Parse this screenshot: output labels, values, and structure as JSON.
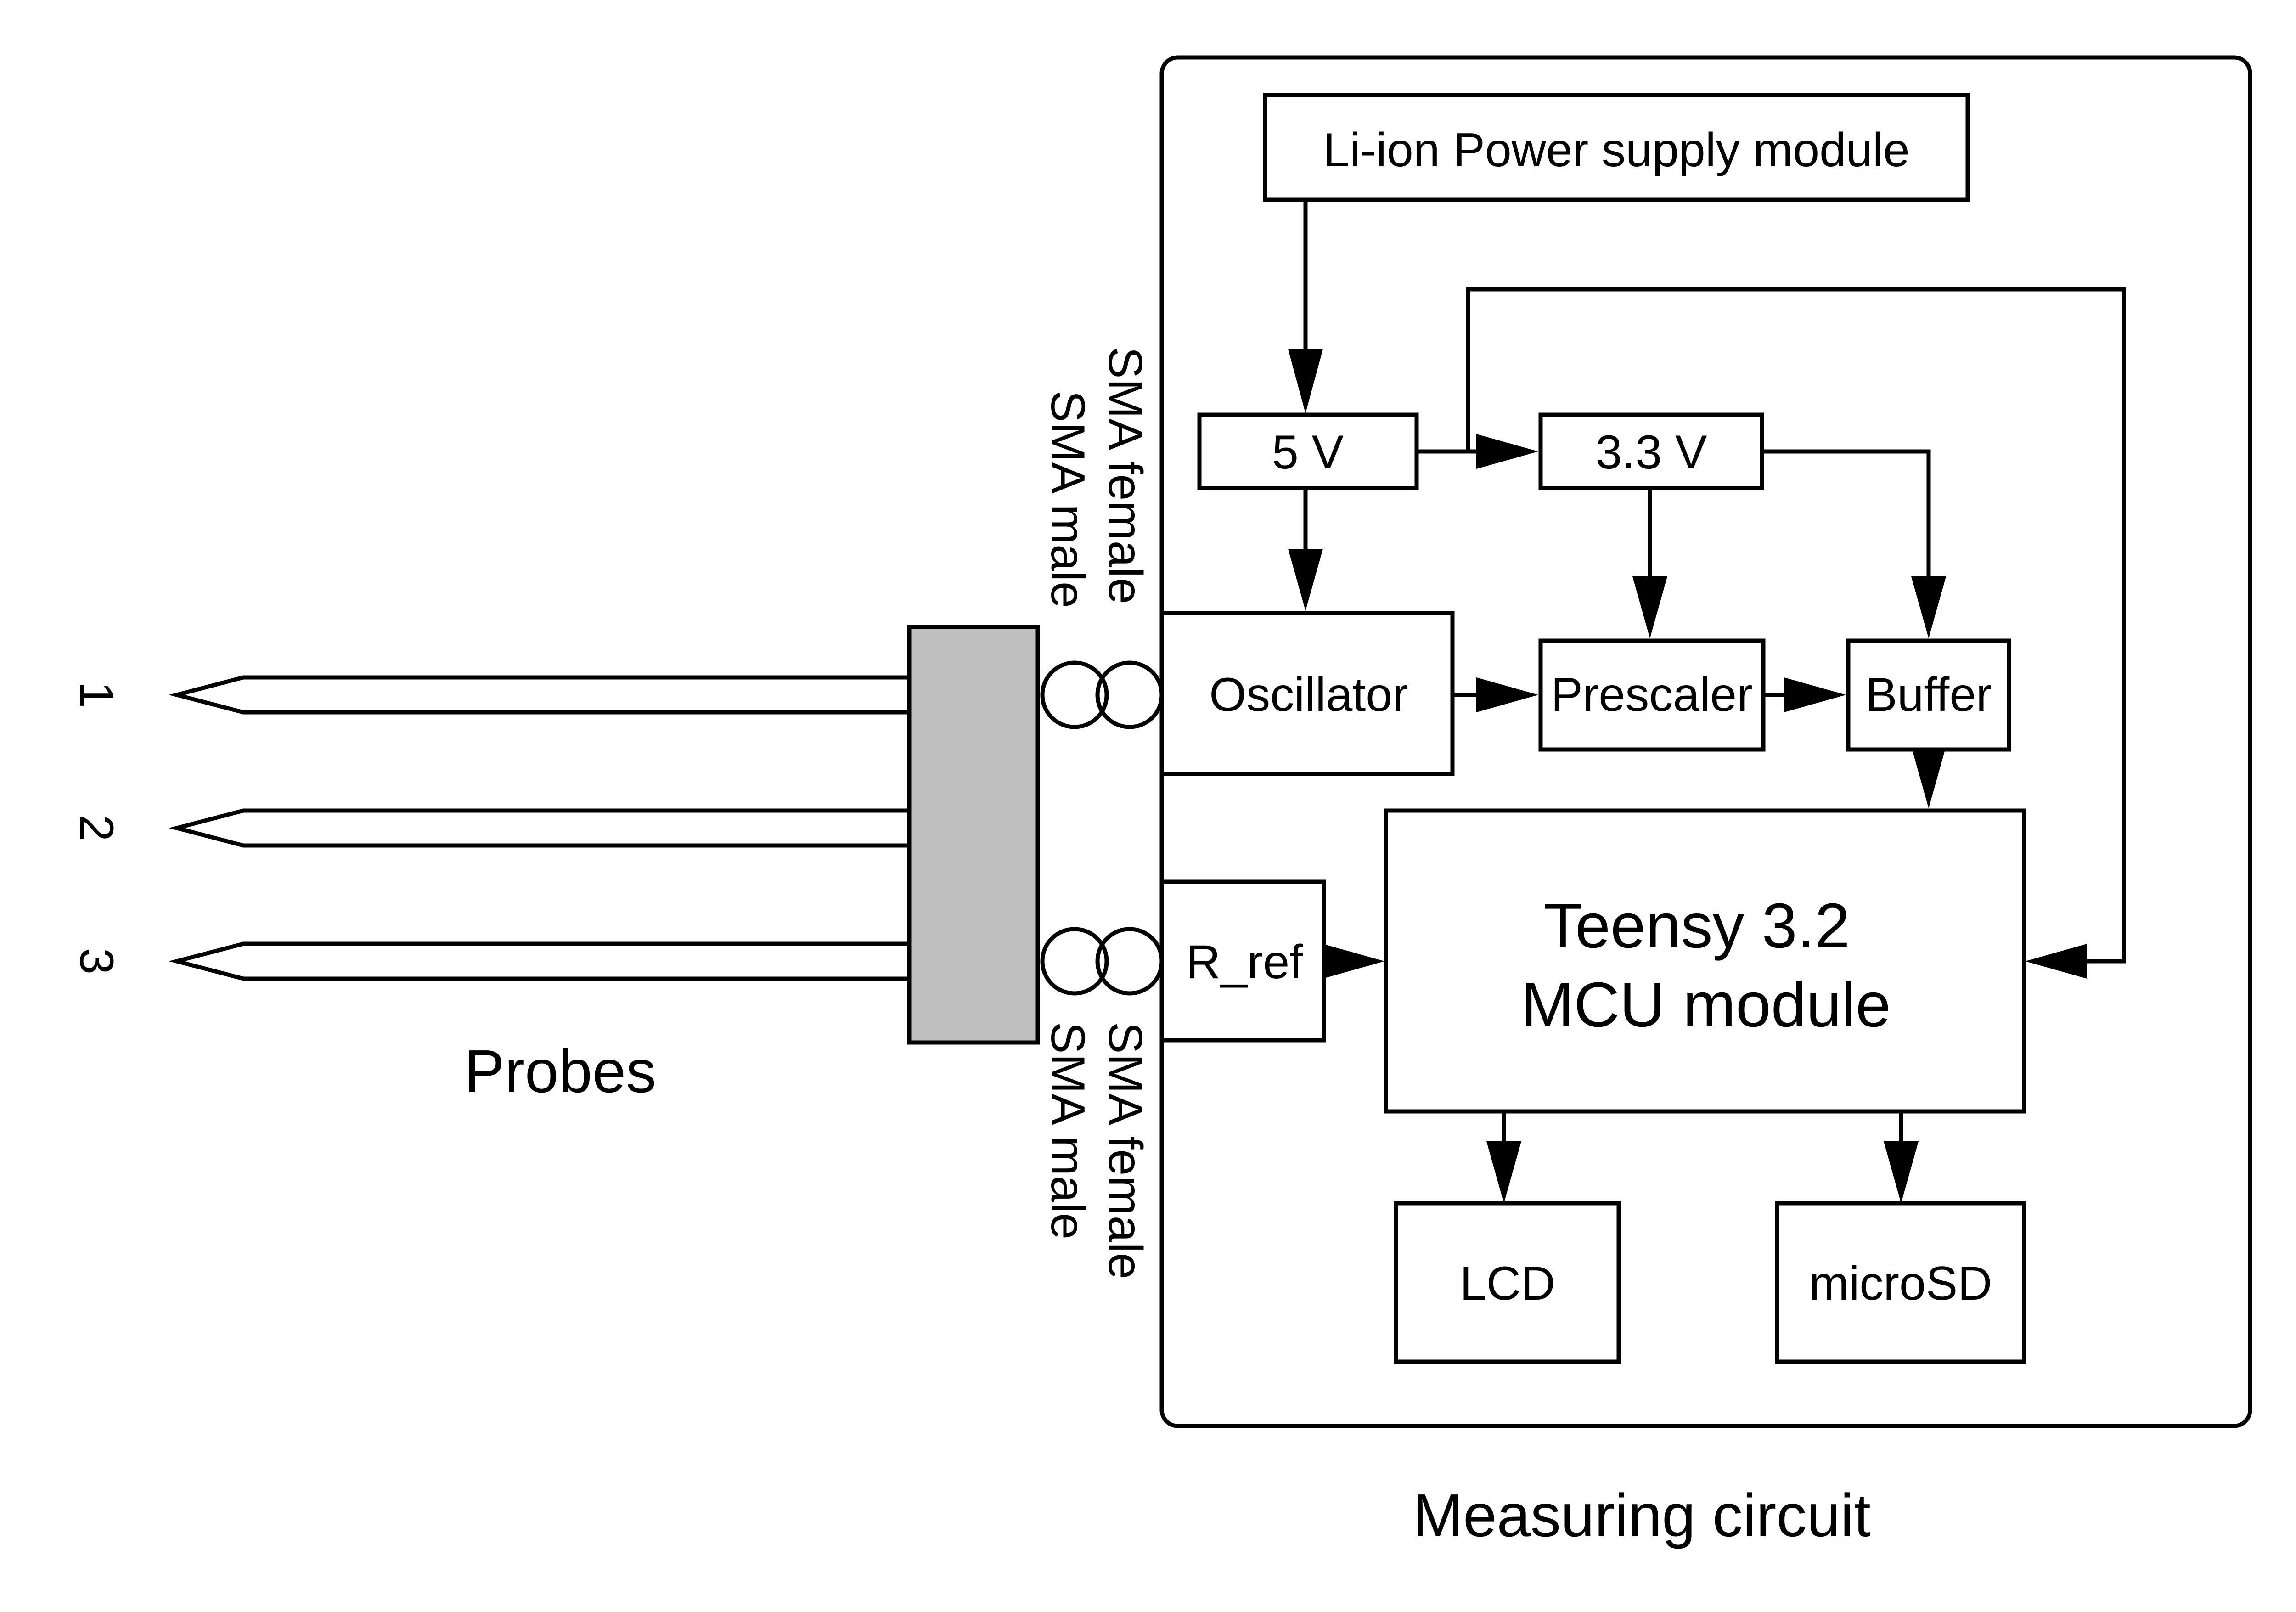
{
  "diagram": {
    "blocks": {
      "power_supply": "Li-ion Power supply module",
      "v5": "5 V",
      "v33": "3.3 V",
      "oscillator": "Oscillator",
      "prescaler": "Prescaler",
      "buffer": "Buffer",
      "r_ref": "R_ref",
      "mcu_line1": "Teensy 3.2",
      "mcu_line2": "MCU module",
      "lcd": "LCD",
      "microsd": "microSD"
    },
    "connectors": {
      "female": "SMA female",
      "male": "SMA male"
    },
    "probe_numbers": [
      "1",
      "2",
      "3"
    ],
    "captions": {
      "probes": "Probes",
      "measuring_circuit": "Measuring circuit"
    }
  }
}
